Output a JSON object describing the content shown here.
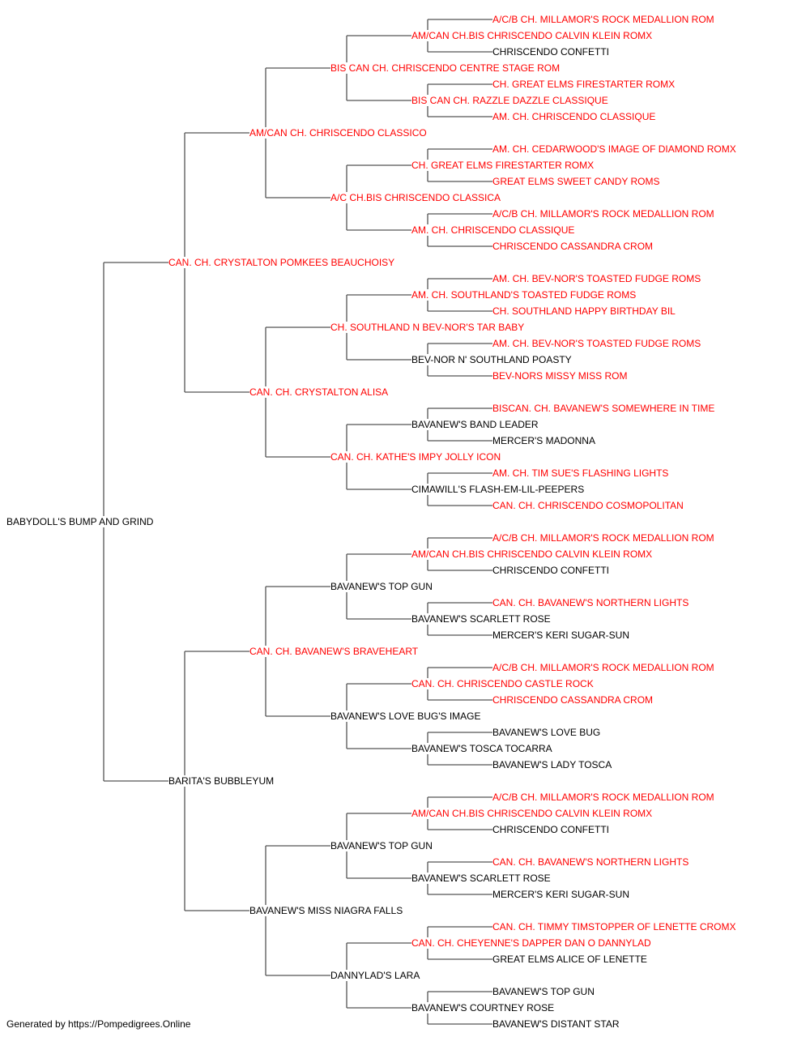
{
  "colors": {
    "champion": "#ff0000",
    "regular": "#000000",
    "line": "#555555"
  },
  "footer": "Generated by https://Pompedigrees.Online",
  "subject": {
    "name": "BABYDOLL'S BUMP AND GRIND",
    "champion": false
  },
  "parents": [
    {
      "name": "CAN. CH. CRYSTALTON POMKEES BEAUCHOISY",
      "champion": true
    },
    {
      "name": "BARITA'S BUBBLEYUM",
      "champion": false
    }
  ],
  "grandparents": [
    {
      "name": "AM/CAN CH. CHRISCENDO CLASSICO",
      "champion": true
    },
    {
      "name": "CAN. CH. CRYSTALTON ALISA",
      "champion": true
    },
    {
      "name": "CAN. CH. BAVANEW'S BRAVEHEART",
      "champion": true
    },
    {
      "name": "BAVANEW'S MISS NIAGRA FALLS",
      "champion": false
    }
  ],
  "great_grandparents": [
    {
      "name": "BIS CAN CH. CHRISCENDO CENTRE STAGE ROM",
      "champion": true
    },
    {
      "name": "A/C CH.BIS CHRISCENDO CLASSICA",
      "champion": true
    },
    {
      "name": "CH. SOUTHLAND N BEV-NOR'S TAR BABY",
      "champion": true
    },
    {
      "name": "CAN. CH. KATHE'S IMPY JOLLY ICON",
      "champion": true
    },
    {
      "name": "BAVANEW'S TOP GUN",
      "champion": false
    },
    {
      "name": "BAVANEW'S LOVE BUG'S IMAGE",
      "champion": false
    },
    {
      "name": "BAVANEW'S TOP GUN",
      "champion": false
    },
    {
      "name": "DANNYLAD'S LARA",
      "champion": false
    }
  ],
  "gen4": [
    {
      "name": "AM/CAN CH.BIS CHRISCENDO CALVIN KLEIN ROMX",
      "champion": true
    },
    {
      "name": "BIS CAN CH. RAZZLE DAZZLE CLASSIQUE",
      "champion": true
    },
    {
      "name": "CH. GREAT ELMS FIRESTARTER ROMX",
      "champion": true
    },
    {
      "name": "AM. CH. CHRISCENDO CLASSIQUE",
      "champion": true
    },
    {
      "name": "AM. CH. SOUTHLAND'S TOASTED FUDGE ROMS",
      "champion": true
    },
    {
      "name": "BEV-NOR N' SOUTHLAND POASTY",
      "champion": false
    },
    {
      "name": "BAVANEW'S BAND LEADER",
      "champion": false
    },
    {
      "name": "CIMAWILL'S FLASH-EM-LIL-PEEPERS",
      "champion": false
    },
    {
      "name": "AM/CAN CH.BIS CHRISCENDO CALVIN KLEIN ROMX",
      "champion": true
    },
    {
      "name": "BAVANEW'S SCARLETT ROSE",
      "champion": false
    },
    {
      "name": "CAN. CH. CHRISCENDO CASTLE ROCK",
      "champion": true
    },
    {
      "name": "BAVANEW'S TOSCA TOCARRA",
      "champion": false
    },
    {
      "name": "AM/CAN CH.BIS CHRISCENDO CALVIN KLEIN ROMX",
      "champion": true
    },
    {
      "name": "BAVANEW'S SCARLETT ROSE",
      "champion": false
    },
    {
      "name": "CAN. CH. CHEYENNE'S DAPPER DAN O DANNYLAD",
      "champion": true
    },
    {
      "name": "BAVANEW'S COURTNEY ROSE",
      "champion": false
    }
  ],
  "gen5": [
    {
      "name": "A/C/B CH. MILLAMOR'S ROCK MEDALLION ROM",
      "champion": true
    },
    {
      "name": "CHRISCENDO CONFETTI",
      "champion": false
    },
    {
      "name": "CH. GREAT ELMS FIRESTARTER ROMX",
      "champion": true
    },
    {
      "name": "AM. CH. CHRISCENDO CLASSIQUE",
      "champion": true
    },
    {
      "name": "AM. CH. CEDARWOOD'S IMAGE OF DIAMOND ROMX",
      "champion": true
    },
    {
      "name": "GREAT ELMS SWEET CANDY ROMS",
      "champion": true
    },
    {
      "name": "A/C/B CH. MILLAMOR'S ROCK MEDALLION ROM",
      "champion": true
    },
    {
      "name": "CHRISCENDO CASSANDRA CROM",
      "champion": true
    },
    {
      "name": "AM. CH. BEV-NOR'S TOASTED FUDGE ROMS",
      "champion": true
    },
    {
      "name": "CH. SOUTHLAND HAPPY BIRTHDAY BIL",
      "champion": true
    },
    {
      "name": "AM. CH. BEV-NOR'S TOASTED FUDGE ROMS",
      "champion": true
    },
    {
      "name": "BEV-NORS MISSY MISS ROM",
      "champion": true
    },
    {
      "name": "BISCAN. CH. BAVANEW'S SOMEWHERE IN TIME",
      "champion": true
    },
    {
      "name": "MERCER'S MADONNA",
      "champion": false
    },
    {
      "name": "AM. CH. TIM SUE'S FLASHING LIGHTS",
      "champion": true
    },
    {
      "name": "CAN. CH. CHRISCENDO COSMOPOLITAN",
      "champion": true
    },
    {
      "name": "A/C/B CH. MILLAMOR'S ROCK MEDALLION ROM",
      "champion": true
    },
    {
      "name": "CHRISCENDO CONFETTI",
      "champion": false
    },
    {
      "name": "CAN. CH. BAVANEW'S NORTHERN LIGHTS",
      "champion": true
    },
    {
      "name": "MERCER'S KERI SUGAR-SUN",
      "champion": false
    },
    {
      "name": "A/C/B CH. MILLAMOR'S ROCK MEDALLION ROM",
      "champion": true
    },
    {
      "name": "CHRISCENDO CASSANDRA CROM",
      "champion": true
    },
    {
      "name": "BAVANEW'S LOVE BUG",
      "champion": false
    },
    {
      "name": "BAVANEW'S LADY TOSCA",
      "champion": false
    },
    {
      "name": "A/C/B CH. MILLAMOR'S ROCK MEDALLION ROM",
      "champion": true
    },
    {
      "name": "CHRISCENDO CONFETTI",
      "champion": false
    },
    {
      "name": "CAN. CH. BAVANEW'S NORTHERN LIGHTS",
      "champion": true
    },
    {
      "name": "MERCER'S KERI SUGAR-SUN",
      "champion": false
    },
    {
      "name": "CAN. CH. TIMMY TIMSTOPPER OF LENETTE CROMX",
      "champion": true
    },
    {
      "name": "GREAT ELMS ALICE OF LENETTE",
      "champion": false
    },
    {
      "name": "BAVANEW'S TOP GUN",
      "champion": false
    },
    {
      "name": "BAVANEW'S DISTANT STAR",
      "champion": false
    }
  ]
}
